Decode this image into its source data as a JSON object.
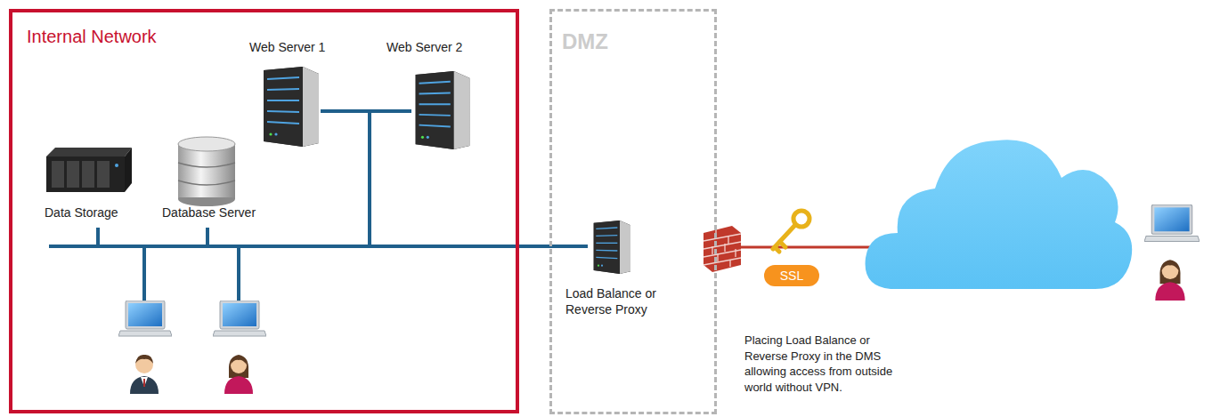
{
  "diagram": {
    "nodes": [
      {
        "text": [
          "Internal Network"
        ]
      },
      {
        "text": [
          "Web Server 1"
        ],
        "in": 0
      },
      {
        "text": [
          "Web Server 2"
        ],
        "in": 0
      },
      {
        "text": [
          "Data Storage"
        ],
        "in": 0
      },
      {
        "text": [
          "Database Server"
        ],
        "in": 0
      },
      {
        "text": [
          "DMZ"
        ]
      },
      {
        "text": [
          "Load Balance or Reverse Proxy"
        ],
        "in": 5
      },
      {
        "text": [
          "SSL"
        ]
      }
    ],
    "edges": [
      {
        "from": 1,
        "to": 6,
        "arrow": "none"
      },
      {
        "from": 2,
        "to": 6,
        "arrow": "none"
      },
      {
        "from": 3,
        "to": 6,
        "arrow": "none"
      },
      {
        "from": 4,
        "to": 6,
        "arrow": "none"
      }
    ],
    "labels": [
      "Placing Load Balance or Reverse Proxy in the DMS allowing access from outside world without VPN."
    ]
  }
}
